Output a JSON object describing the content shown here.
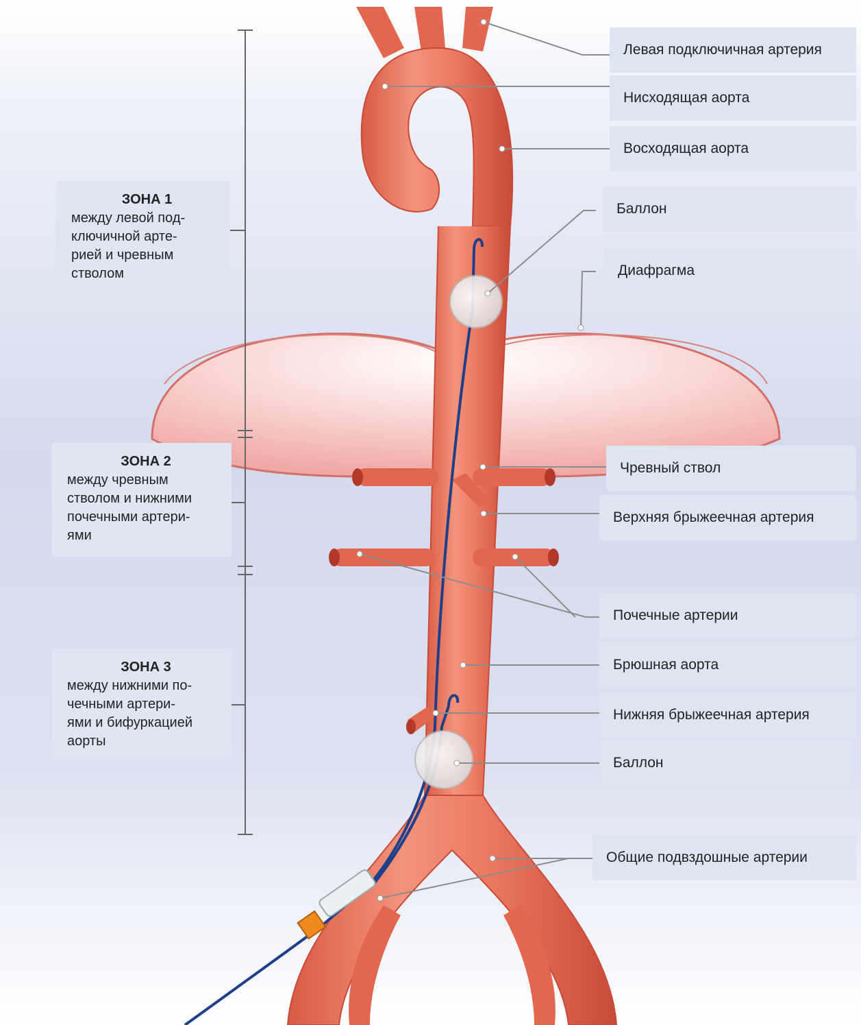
{
  "labels": {
    "left_subclavian": "Левая подключичная артерия",
    "descending_aorta": "Нисходящая аорта",
    "ascending_aorta": "Восходящая аорта",
    "balloon_upper": "Баллон",
    "diaphragm": "Диафрагма",
    "celiac_trunk": "Чревный ствол",
    "superior_mesenteric": "Верхняя брыжеечная артерия",
    "renal_arteries": "Почечные артерии",
    "abdominal_aorta": "Брюшная аорта",
    "inferior_mesenteric": "Нижняя брыжеечная артерия",
    "balloon_lower": "Баллон",
    "common_iliac": "Общие подвздошные артерии"
  },
  "zones": [
    {
      "title": "ЗОНА 1",
      "description": "между левой под-\nключичной арте-\nрией и чревным\nстволом"
    },
    {
      "title": "ЗОНА 2",
      "description": "между чревным\nстволом и нижними\nпочечными артери-\nями"
    },
    {
      "title": "ЗОНА 3",
      "description": "между нижними по-\nчечными артери-\nями и бифуркацией\nаорты"
    }
  ],
  "colors": {
    "artery": "#e8705a",
    "artery_dark": "#c94a38",
    "diaphragm": "#f2b8b4",
    "catheter": "#1f3f8a",
    "label_bg": "#dde4f2",
    "leader": "#8c8c8c",
    "background_band": "#c9d1ea"
  }
}
